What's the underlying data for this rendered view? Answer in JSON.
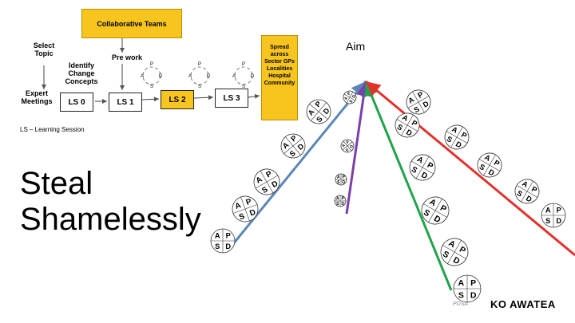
{
  "flow": {
    "top_box": "Collaborative Teams",
    "select_topic": "Select Topic",
    "identify": "Identify Change Concepts",
    "pre_work": "Pre work",
    "expert_meetings": "Expert Meetings",
    "ls0": "LS 0",
    "ls1": "LS 1",
    "ls2": "LS 2",
    "ls3": "LS 3",
    "spread": "Spread across Sector GPs Localities Hospital Community",
    "legend": "LS – Learning Session",
    "pdsa_letters": [
      "P",
      "D",
      "S",
      "A"
    ]
  },
  "slide": {
    "headline_line1": "Steal",
    "headline_line2": "Shamelessly",
    "aim": "Aim"
  },
  "pdsa": {
    "letters": [
      "A",
      "P",
      "S",
      "D"
    ]
  },
  "arrows": [
    {
      "name": "blue-arrow",
      "color": "#5b86b8"
    },
    {
      "name": "purple-arrow",
      "color": "#7a3fa8"
    },
    {
      "name": "green-arrow",
      "color": "#21a34a"
    },
    {
      "name": "red-arrow",
      "color": "#e0322b"
    }
  ],
  "colors": {
    "box_yellow": "#f7c51e"
  },
  "footer": {
    "logo": "KO AWATEA",
    "small": "PDSA"
  }
}
